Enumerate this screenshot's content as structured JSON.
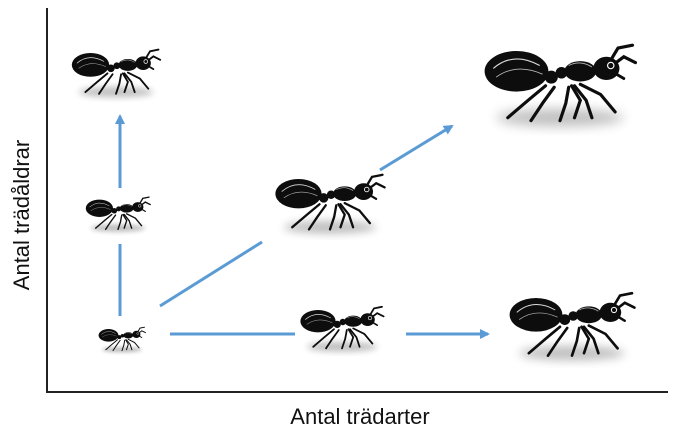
{
  "axes": {
    "y_label": "Antal trädåldrar",
    "x_label": "Antal trädarter"
  },
  "colors": {
    "arrow": "#5B9BD5",
    "ant_body": "#0d0d0d",
    "ant_highlight": "#ffffff",
    "axis": "#222222"
  },
  "diagram": {
    "nodes": [
      {
        "id": "base",
        "icon": "ant-icon",
        "level": "smallest"
      },
      {
        "id": "mid-left",
        "icon": "ant-icon",
        "level": "small"
      },
      {
        "id": "top-left",
        "icon": "ant-icon",
        "level": "medium"
      },
      {
        "id": "center",
        "icon": "ant-icon",
        "level": "large"
      },
      {
        "id": "top-right",
        "icon": "ant-icon",
        "level": "largest"
      },
      {
        "id": "bottom-mid",
        "icon": "ant-icon",
        "level": "small"
      },
      {
        "id": "bottom-right",
        "icon": "ant-icon",
        "level": "large"
      }
    ],
    "edges": [
      {
        "from": "base",
        "to": "mid-left"
      },
      {
        "from": "mid-left",
        "to": "top-left"
      },
      {
        "from": "base",
        "to": "center"
      },
      {
        "from": "center",
        "to": "top-right"
      },
      {
        "from": "base",
        "to": "bottom-mid"
      },
      {
        "from": "bottom-mid",
        "to": "bottom-right"
      }
    ]
  }
}
